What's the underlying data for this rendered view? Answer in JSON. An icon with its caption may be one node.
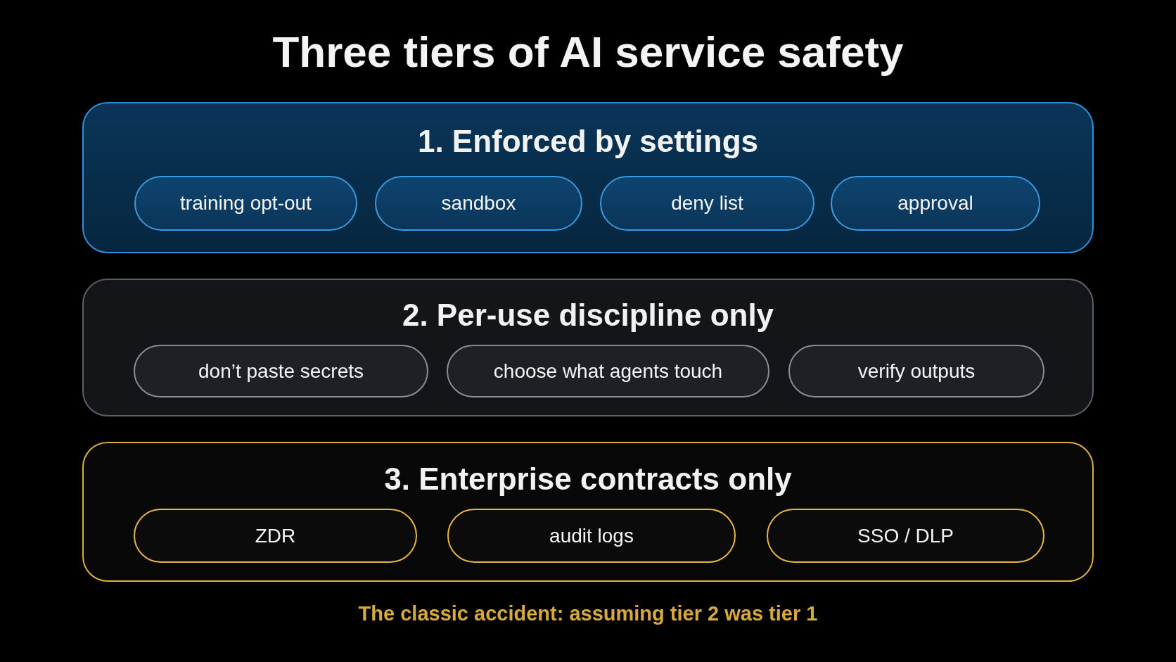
{
  "diagram": {
    "title": "Three tiers of AI service safety",
    "nodes": [
      {
        "text": [
          "1. Enforced by settings"
        ]
      },
      {
        "text": [
          "training opt-out"
        ],
        "in": 0
      },
      {
        "text": [
          "sandbox"
        ],
        "in": 0
      },
      {
        "text": [
          "deny list"
        ],
        "in": 0
      },
      {
        "text": [
          "approval"
        ],
        "in": 0
      },
      {
        "text": [
          "2. Per-use discipline only"
        ]
      },
      {
        "text": [
          "don’t paste secrets"
        ],
        "in": 5
      },
      {
        "text": [
          "choose what agents touch"
        ],
        "in": 5
      },
      {
        "text": [
          "verify outputs"
        ],
        "in": 5
      },
      {
        "text": [
          "3. Enterprise contracts only"
        ]
      },
      {
        "text": [
          "ZDR"
        ],
        "in": 9
      },
      {
        "text": [
          "audit logs"
        ],
        "in": 9
      },
      {
        "text": [
          "SSO / DLP"
        ],
        "in": 9
      }
    ],
    "caption": "The classic accident: assuming tier 2 was tier 1"
  }
}
